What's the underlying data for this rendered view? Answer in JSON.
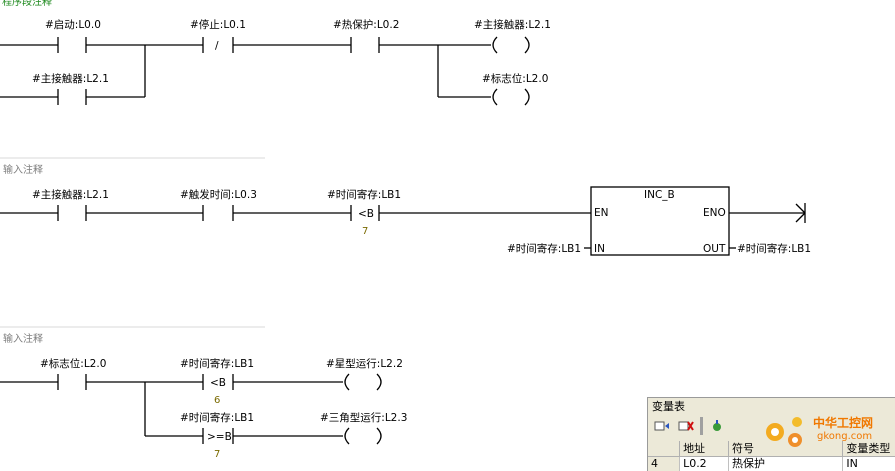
{
  "top_comment": "程序段注释",
  "network1": {
    "contacts": {
      "start": "#启动:L0.0",
      "main_contactor_hold": "#主接触器:L2.1",
      "stop": "#停止:L0.1",
      "stop_symbol": "/",
      "thermal": "#热保护:L0.2"
    },
    "coils": {
      "main_contactor": "#主接触器:L2.1",
      "flag": "#标志位:L2.0"
    }
  },
  "network2": {
    "comment": "输入注释",
    "contacts": {
      "main_contactor": "#主接触器:L2.1",
      "trigger_time": "#触发时间:L0.3",
      "time_reg": "#时间寄存:LB1",
      "compare_op": "<B",
      "compare_value": "7"
    },
    "box": {
      "title": "INC_B",
      "en": "EN",
      "eno": "ENO",
      "in": "IN",
      "out": "OUT",
      "in_operand": "#时间寄存:LB1",
      "out_operand": "#时间寄存:LB1"
    }
  },
  "network3": {
    "comment": "输入注释",
    "contacts": {
      "flag": "#标志位:L2.0",
      "time_reg_1": "#时间寄存:LB1",
      "compare_op_1": "<B",
      "compare_value_1": "6",
      "time_reg_2": "#时间寄存:LB1",
      "compare_op_2": ">=B",
      "compare_value_2": "7"
    },
    "coils": {
      "star_run": "#星型运行:L2.2",
      "delta_run": "#三角型运行:L2.3"
    }
  },
  "variable_table": {
    "title": "变量表",
    "columns": [
      "地址",
      "符号",
      "变量类型"
    ],
    "row": {
      "index": "4",
      "address": "L0.2",
      "symbol": "热保护",
      "type": "IN"
    }
  },
  "watermark": {
    "line1": "中华工控网",
    "line2": "gkong.com"
  }
}
